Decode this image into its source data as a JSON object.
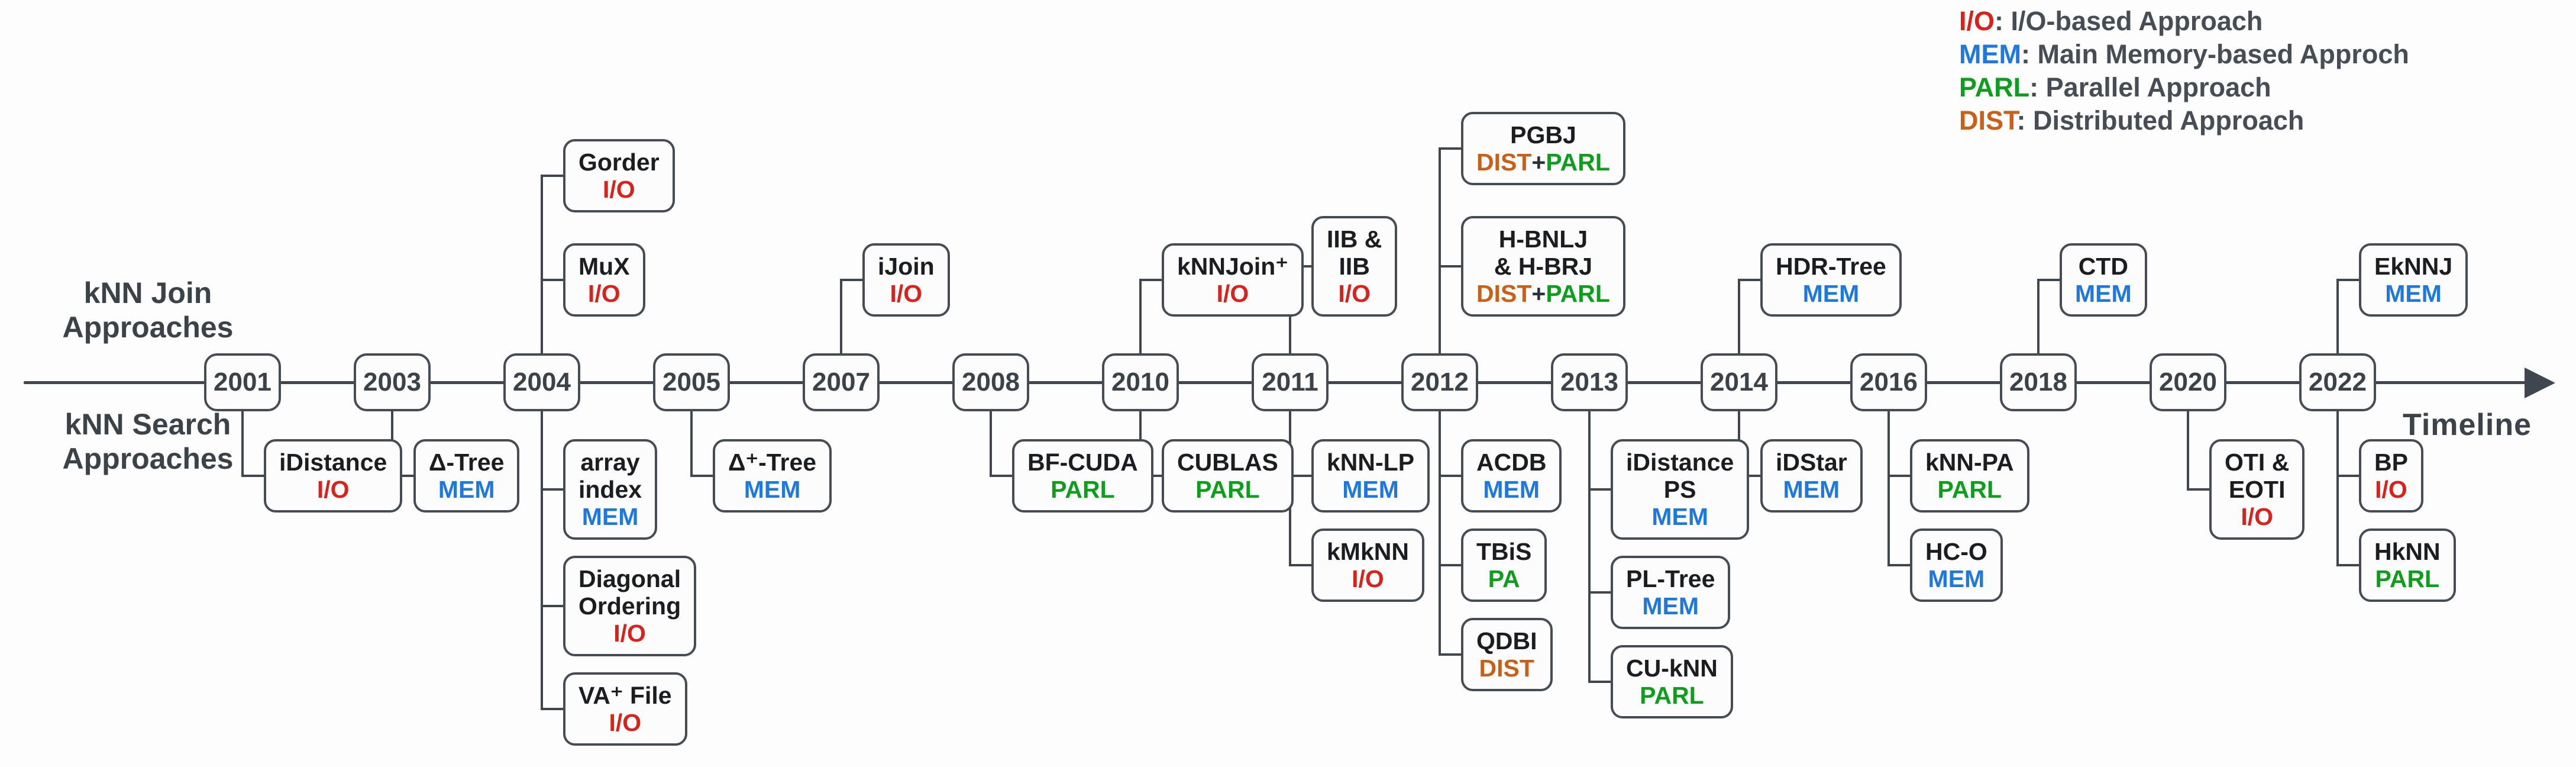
{
  "side_labels": {
    "join": [
      "kNN Join",
      "Approaches"
    ],
    "search": [
      "kNN Search",
      "Approaches"
    ]
  },
  "timeline_label": "Timeline",
  "colors": {
    "io": "#d8221c",
    "mem": "#1e78dd",
    "parl": "#0f9d1d",
    "dist": "#c96018",
    "plain": "#2b3138",
    "line": "#3f464e"
  },
  "legend": [
    {
      "tag": "I/O",
      "c": "io",
      "sep": ": ",
      "desc": "I/O-based Approach"
    },
    {
      "tag": "MEM",
      "c": "mem",
      "sep": ": ",
      "desc": "Main Memory-based Approch"
    },
    {
      "tag": "PARL",
      "c": "parl",
      "sep": ": ",
      "desc": "Parallel Approach"
    },
    {
      "tag": "DIST",
      "c": "dist",
      "sep": ": ",
      "desc": "Distributed Approach"
    }
  ],
  "years": [
    {
      "year": "2001",
      "above": [],
      "below": [
        {
          "lines": [
            "iDistance"
          ],
          "tag": [
            {
              "t": "I/O",
              "c": "io"
            }
          ]
        }
      ]
    },
    {
      "year": "2003",
      "above": [],
      "below": [
        {
          "lines": [
            "Δ-Tree"
          ],
          "tag": [
            {
              "t": "MEM",
              "c": "mem"
            }
          ]
        }
      ]
    },
    {
      "year": "2004",
      "above": [
        {
          "lines": [
            "Gorder"
          ],
          "tag": [
            {
              "t": "I/O",
              "c": "io"
            }
          ]
        },
        {
          "lines": [
            "MuX"
          ],
          "tag": [
            {
              "t": "I/O",
              "c": "io"
            }
          ]
        }
      ],
      "below": [
        {
          "lines": [
            "array",
            "index"
          ],
          "tag": [
            {
              "t": "MEM",
              "c": "mem"
            }
          ]
        },
        {
          "lines": [
            "Diagonal",
            "Ordering"
          ],
          "tag": [
            {
              "t": "I/O",
              "c": "io"
            }
          ]
        },
        {
          "lines": [
            "VA⁺ File"
          ],
          "tag": [
            {
              "t": "I/O",
              "c": "io"
            }
          ]
        }
      ]
    },
    {
      "year": "2005",
      "above": [],
      "below": [
        {
          "lines": [
            "Δ⁺-Tree"
          ],
          "tag": [
            {
              "t": "MEM",
              "c": "mem"
            }
          ]
        }
      ]
    },
    {
      "year": "2007",
      "above": [
        {
          "lines": [
            "iJoin"
          ],
          "tag": [
            {
              "t": "I/O",
              "c": "io"
            }
          ]
        }
      ],
      "below": []
    },
    {
      "year": "2008",
      "above": [],
      "below": [
        {
          "lines": [
            "BF-CUDA"
          ],
          "tag": [
            {
              "t": "PARL",
              "c": "parl"
            }
          ]
        }
      ]
    },
    {
      "year": "2010",
      "above": [
        {
          "lines": [
            "kNNJoin⁺"
          ],
          "tag": [
            {
              "t": "I/O",
              "c": "io"
            }
          ]
        }
      ],
      "below": [
        {
          "lines": [
            "CUBLAS"
          ],
          "tag": [
            {
              "t": "PARL",
              "c": "parl"
            }
          ]
        }
      ]
    },
    {
      "year": "2011",
      "above": [
        {
          "lines": [
            "IIB &",
            "IIB"
          ],
          "tag": [
            {
              "t": "I/O",
              "c": "io"
            }
          ]
        }
      ],
      "below": [
        {
          "lines": [
            "kNN-LP"
          ],
          "tag": [
            {
              "t": "MEM",
              "c": "mem"
            }
          ]
        },
        {
          "lines": [
            "kMkNN"
          ],
          "tag": [
            {
              "t": "I/O",
              "c": "io"
            }
          ]
        }
      ]
    },
    {
      "year": "2012",
      "above": [
        {
          "lines": [
            "PGBJ"
          ],
          "tag": [
            {
              "t": "DIST",
              "c": "dist"
            },
            {
              "t": "+",
              "c": "plain"
            },
            {
              "t": "PARL",
              "c": "parl"
            }
          ]
        },
        {
          "lines": [
            "H-BNLJ",
            "& H-BRJ"
          ],
          "tag": [
            {
              "t": "DIST",
              "c": "dist"
            },
            {
              "t": "+",
              "c": "plain"
            },
            {
              "t": "PARL",
              "c": "parl"
            }
          ]
        }
      ],
      "below": [
        {
          "lines": [
            "ACDB"
          ],
          "tag": [
            {
              "t": "MEM",
              "c": "mem"
            }
          ]
        },
        {
          "lines": [
            "TBiS"
          ],
          "tag": [
            {
              "t": "PA",
              "c": "parl"
            }
          ]
        },
        {
          "lines": [
            "QDBI"
          ],
          "tag": [
            {
              "t": "DIST",
              "c": "dist"
            }
          ]
        }
      ]
    },
    {
      "year": "2013",
      "above": [],
      "below": [
        {
          "lines": [
            "iDistance",
            "PS"
          ],
          "tag": [
            {
              "t": "MEM",
              "c": "mem"
            }
          ]
        },
        {
          "lines": [
            "PL-Tree"
          ],
          "tag": [
            {
              "t": "MEM",
              "c": "mem"
            }
          ]
        },
        {
          "lines": [
            "CU-kNN"
          ],
          "tag": [
            {
              "t": "PARL",
              "c": "parl"
            }
          ]
        }
      ]
    },
    {
      "year": "2014",
      "above": [
        {
          "lines": [
            "HDR-Tree"
          ],
          "tag": [
            {
              "t": "MEM",
              "c": "mem"
            }
          ]
        }
      ],
      "below": [
        {
          "lines": [
            "iDStar"
          ],
          "tag": [
            {
              "t": "MEM",
              "c": "mem"
            }
          ]
        }
      ]
    },
    {
      "year": "2016",
      "above": [],
      "below": [
        {
          "lines": [
            "kNN-PA"
          ],
          "tag": [
            {
              "t": "PARL",
              "c": "parl"
            }
          ]
        },
        {
          "lines": [
            "HC-O"
          ],
          "tag": [
            {
              "t": "MEM",
              "c": "mem"
            }
          ]
        }
      ]
    },
    {
      "year": "2018",
      "above": [
        {
          "lines": [
            "CTD"
          ],
          "tag": [
            {
              "t": "MEM",
              "c": "mem"
            }
          ]
        }
      ],
      "below": []
    },
    {
      "year": "2020",
      "above": [],
      "below": [
        {
          "lines": [
            "OTI &",
            "EOTI"
          ],
          "tag": [
            {
              "t": "I/O",
              "c": "io"
            }
          ]
        }
      ]
    },
    {
      "year": "2022",
      "above": [
        {
          "lines": [
            "EkNNJ"
          ],
          "tag": [
            {
              "t": "MEM",
              "c": "mem"
            }
          ]
        }
      ],
      "below": [
        {
          "lines": [
            "BP"
          ],
          "tag": [
            {
              "t": "I/O",
              "c": "io"
            }
          ]
        },
        {
          "lines": [
            "HkNN"
          ],
          "tag": [
            {
              "t": "PARL",
              "c": "parl"
            }
          ]
        }
      ]
    }
  ]
}
